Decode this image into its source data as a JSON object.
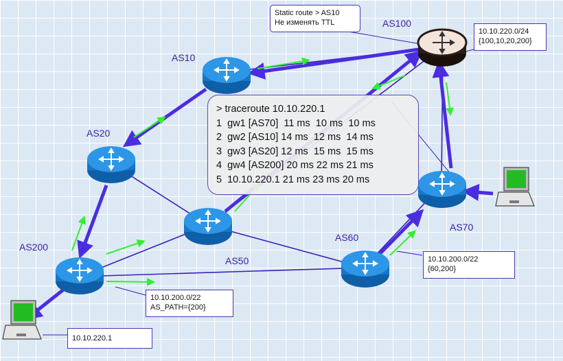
{
  "as_labels": {
    "as100": "AS100",
    "as10": "AS10",
    "as20": "AS20",
    "as200": "AS200",
    "as50": "AS50",
    "as60": "AS60",
    "as70": "AS70"
  },
  "callouts": {
    "static_route": [
      "Static route > AS10",
      "Не изменять TTL"
    ],
    "as100_prefix": [
      "10.10.220.0/24",
      "{100,10,20,200}"
    ],
    "as200_prefix": [
      "10.10.200.0/22",
      "AS_PATH={200}"
    ],
    "as70_prefix": [
      "10.10.200.0/22",
      "{60,200}"
    ],
    "host_ip": "10.10.220.1"
  },
  "traceroute": {
    "command": "> traceroute 10.10.220.1",
    "lines": [
      "1  gw1 [AS70]  11 ms  10 ms  10 ms",
      "2  gw2 [AS10] 14 ms  12 ms  14 ms",
      "3  gw3 [AS20] 12 ms  15 ms  15 ms",
      "4  gw4 [AS200] 20 ms 22 ms 21 ms",
      "5  10.10.220.1 21 ms 23 ms 20 ms"
    ]
  },
  "colors": {
    "route_blue": "#4a2de0",
    "link": "#3a1fb8",
    "advert_green": "#33ee33",
    "router_body": "#1e88d8",
    "router_as100": "#2a1c16",
    "screen_green": "#22bb22",
    "drop_red": "#e01010"
  }
}
